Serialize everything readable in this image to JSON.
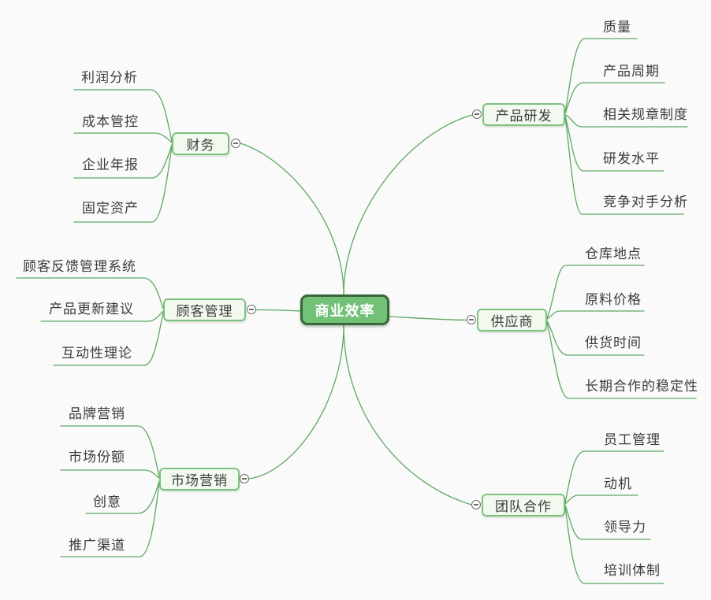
{
  "root": {
    "label": "商业效率"
  },
  "branches": [
    {
      "label": "财务",
      "children": [
        "利润分析",
        "成本管控",
        "企业年报",
        "固定资产"
      ]
    },
    {
      "label": "顾客管理",
      "children": [
        "顾客反馈管理系统",
        "产品更新建议",
        "互动性理论"
      ]
    },
    {
      "label": "市场营销",
      "children": [
        "品牌营销",
        "市场份额",
        "创意",
        "推广渠道"
      ]
    },
    {
      "label": "产品研发",
      "children": [
        "质量",
        "产品周期",
        "相关规章制度",
        "研发水平",
        "竞争对手分析"
      ]
    },
    {
      "label": "供应商",
      "children": [
        "仓库地点",
        "原料价格",
        "供货时间",
        "长期合作的稳定性"
      ]
    },
    {
      "label": "团队合作",
      "children": [
        "员工管理",
        "动机",
        "领导力",
        "培训体制"
      ]
    }
  ],
  "icons": {
    "collapse": "minus-circle-icon"
  },
  "colors": {
    "background": "#fafafa",
    "line": "#5fa862",
    "root_fill": "#73c176",
    "root_border": "#38673b",
    "root_text": "#ffffff",
    "branch_fill": "#f2f9ef",
    "branch_border": "#7cc27e",
    "node_text": "#3c3c3c",
    "collapse": "#6e6e6e"
  }
}
